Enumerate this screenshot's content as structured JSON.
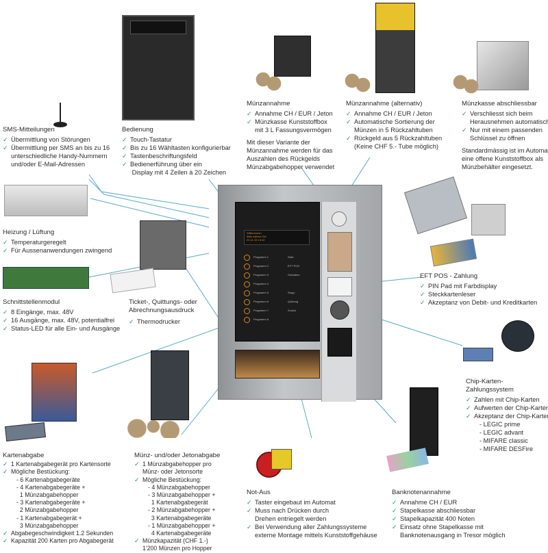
{
  "colors": {
    "line": "#5aa7c8",
    "check": "#2a8a86",
    "machine": "#a9adb0",
    "panel": "#1c1c1c",
    "led": "#d38b2c"
  },
  "blocks": {
    "sms": {
      "title": "SMS-Mitteilungen",
      "items": [
        "Übermittlung von Störungen",
        "Übermittlung per SMS an bis zu 16\nunterschiedliche Handy-Nummern\nund/oder E-Mail-Adressen"
      ]
    },
    "bedienung": {
      "title": "Bedienung",
      "items": [
        "Touch-Tastatur",
        "Bis zu 16 Wähltasten konfigurierbar",
        "Tastenbeschriftungsfeld",
        "Bedienerführung über ein\n Display mit 4 Zeilen à 20 Zeichen"
      ]
    },
    "muenz1": {
      "title": "Münzannahme",
      "items": [
        "Annahme CH / EUR / Jeton",
        "Münzkasse Kunststoffbox\nmit 3 L Fassungsvermögen"
      ],
      "note": "Mit dieser Variante der\nMünzannahme werden für das\nAuszahlen des Rückgelds\nMünzabgabehopper verwendet"
    },
    "muenz2": {
      "title": "Münzannahme (alternativ)",
      "items": [
        "Annahme CH / EUR / Jeton",
        "Automatische Sortierung der\nMünzen in 5 Rückzahltuben",
        "Rückgeld aus 5 Rückzahltuben\n(Keine CHF 5.- Tube möglich)"
      ]
    },
    "kasse": {
      "title": "Münzkasse abschliessbar",
      "items": [
        "Verschliesst sich beim\nHerausnehmen automatisch",
        "Nur mit einem passenden\nSchlüssel zu öffnen"
      ],
      "note": "Standardmässig ist im Automat\neine offene Kunststoffbox als\nMünzbehälter eingesetzt."
    },
    "heizung": {
      "title": "Heizung / Lüftung",
      "items": [
        "Temperaturgeregelt",
        "Für Aussenanwendungen zwingend"
      ]
    },
    "schnitt": {
      "title": "Schnittstellenmodul",
      "items": [
        "8 Eingänge, max. 48V",
        "16 Ausgänge, max. 48V, potentialfrei",
        "Status-LED für alle Ein- und Ausgänge"
      ]
    },
    "ticket": {
      "title": "Ticket-, Quittungs- oder\nAbrechnungsausdruck",
      "items": [
        "Thermodrucker"
      ]
    },
    "eft": {
      "title": "EFT POS - Zahlung",
      "items": [
        "PIN Pad mit Farbdisplay",
        "Steckkartenleser",
        "Akzeptanz von Debit- und Kreditkarten"
      ]
    },
    "chip": {
      "title": "Chip-Karten-Zahlungssystem",
      "items": [
        "Zahlen mit Chip-Karten",
        "Aufwerten der Chip-Karten",
        "Akzeptanz der Chip-Karten"
      ],
      "subs": [
        "- LEGIC prime",
        "- LEGIC advant",
        "- MIFARE classic",
        "- MIFARE DESFire"
      ]
    },
    "karten": {
      "title": "Kartenabgabe",
      "items": [
        "1 Kartenabgabegerät pro Kartensorte",
        "Mögliche Bestückung:"
      ],
      "subs": [
        "- 6 Kartenabgabegeräte",
        "- 4 Kartenabgabegeräte +",
        "  1 Münzabgabehopper",
        "- 3 Kartenabgabegeräte +",
        "  2 Münzabgabehopper",
        "- 1 Kartenabgabegerät +",
        "  3 Münzabgabehopper"
      ],
      "items2": [
        "Abgabegeschwindigkeit 1.2 Sekunden",
        "Kapazität 200 Karten pro Abgabegerät"
      ]
    },
    "jeton": {
      "title": "Münz- und/oder Jetonabgabe",
      "items": [
        "1 Münzabgabehopper pro\nMünz- oder Jetonsorte",
        "Mögliche Bestückung:"
      ],
      "subs": [
        "- 4 Münzabgabehopper",
        "- 3 Münzabgabehopper +",
        "  1 Kartenabgabegerät",
        "- 2 Münzabgabehopper +",
        "  3 Kartenabgabegeräte",
        "- 1 Münzabgabehopper +",
        "  4 Kartenabgabegeräte"
      ],
      "items2": [
        "Münzkapazität (CHF 1.-)\n1'200 Münzen pro Hopper"
      ]
    },
    "notaus": {
      "title": "Not-Aus",
      "items": [
        "Taster eingebaut im Automat",
        "Muss nach Drücken durch\nDrehen entriegelt werden",
        "Bei Verwendung aller Zahlungssysteme\nexterne Montage mittels Kunststoffgehäuse"
      ]
    },
    "bank": {
      "title": "Banknotenannahme",
      "items": [
        "Annahme CH / EUR",
        "Stapelkasse abschliessbar",
        "Stapelkapazität 400 Noten",
        "Einsatz ohne Stapelkasse mit\nBanknotenausgang in Tresor möglich"
      ]
    }
  },
  "display": {
    "line1": "Willkommen",
    "line2": "Bitte wählen Sie",
    "line3": "22.11.15",
    "line4": "13:42"
  },
  "keys": [
    "Programm 1",
    "Programm 2",
    "Programm 3",
    "Programm 4",
    "Programm 5",
    "Programm 6",
    "Programm 7",
    "Programm 8"
  ],
  "key_right": [
    "Start",
    "EFT POS",
    "Guthaben",
    "",
    "Stopp",
    "Quittung",
    "Zurück",
    ""
  ]
}
